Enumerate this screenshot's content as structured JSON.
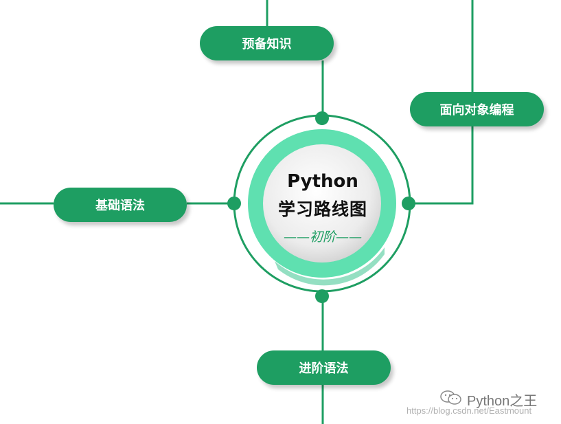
{
  "colors": {
    "primary": "#1e9e62",
    "ring_light": "#5fe0b0",
    "center_fill": "#efefef",
    "title_text": "#111111"
  },
  "center": {
    "title": "Python",
    "subtitle": "学习路线图",
    "stage": "——初阶——"
  },
  "nodes": {
    "prereq": "预备知识",
    "oop": "面向对象编程",
    "basic_syntax": "基础语法",
    "advanced_syntax": "进阶语法"
  },
  "watermark": {
    "icon": "wechat-icon",
    "name": "Python之王",
    "url": "https://blog.csdn.net/Eastmount"
  }
}
